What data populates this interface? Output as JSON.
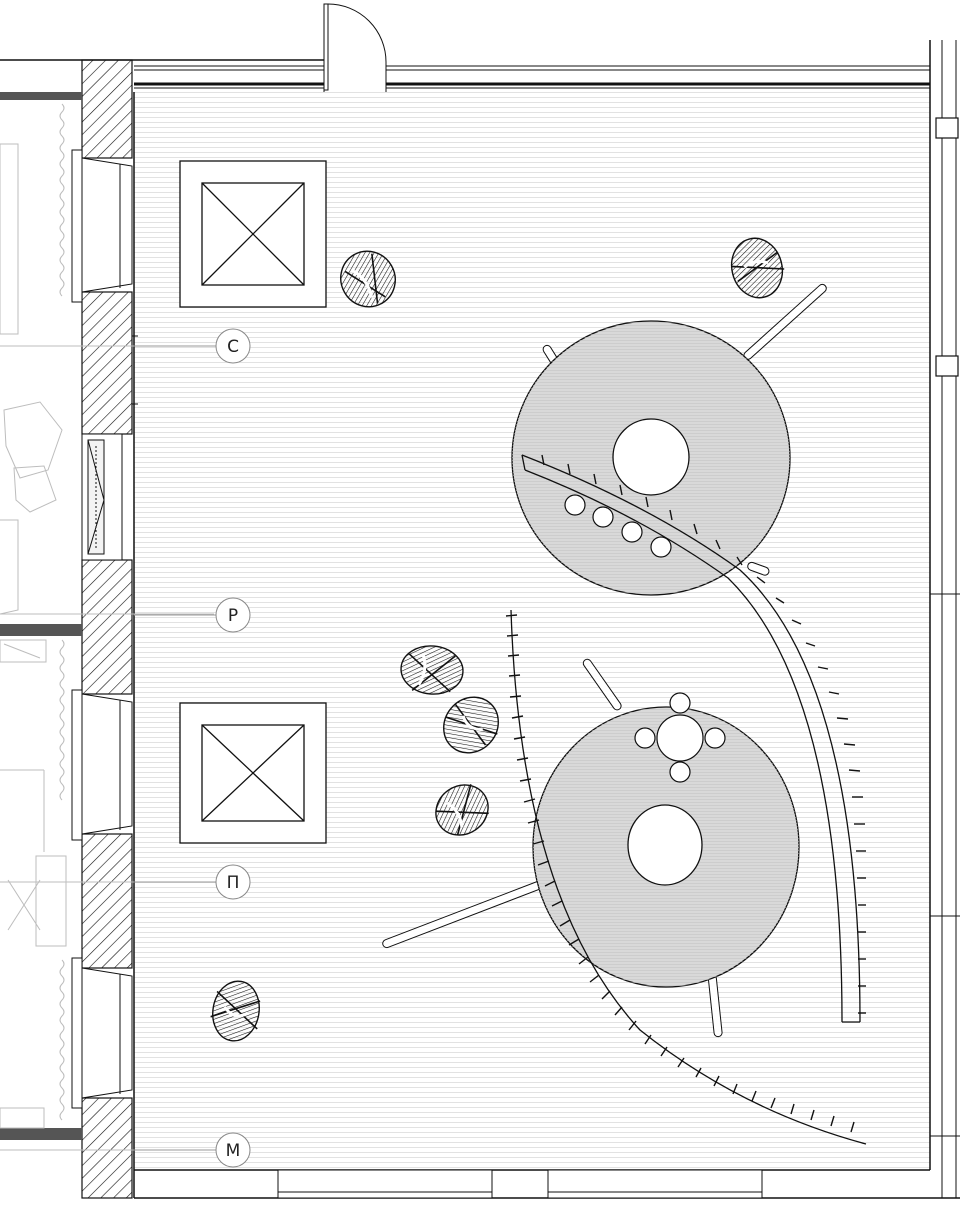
{
  "drawing": {
    "kind": "floor-plan",
    "background_color": "#ffffff",
    "floor_hatch_color": "#d6d6d6",
    "table_fill_color": "#d9d9d9",
    "line_color": "#111111",
    "faint_line_color": "#bdbdbd"
  },
  "axes": [
    {
      "label": "С"
    },
    {
      "label": "Р"
    },
    {
      "label": "П"
    },
    {
      "label": "М"
    }
  ],
  "items": {
    "columns_count": 2,
    "round_tables_count": 2,
    "armchairs_count": 6
  }
}
